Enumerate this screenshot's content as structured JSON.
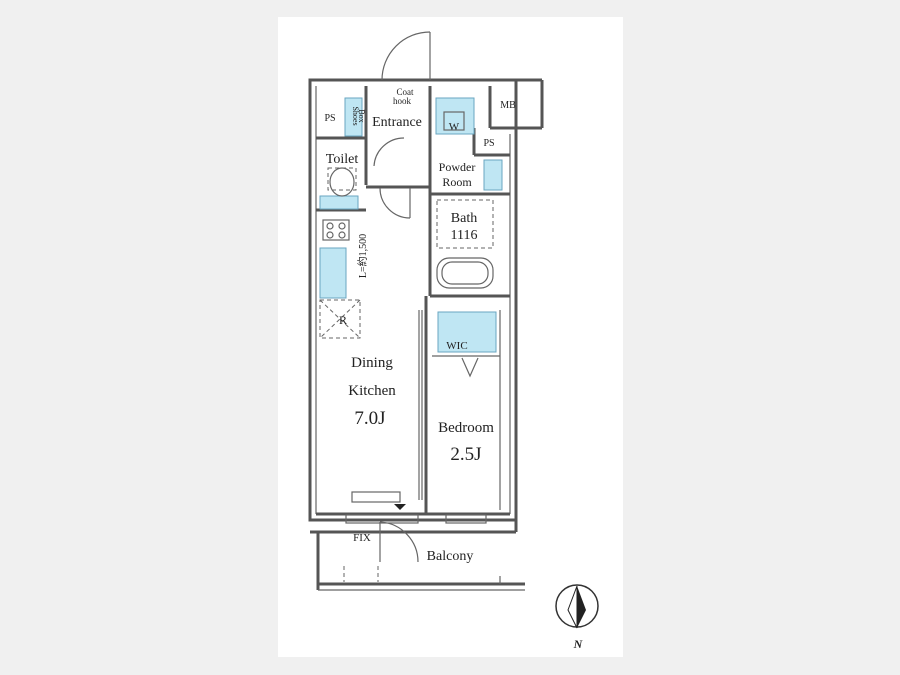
{
  "rooms": {
    "coat_hook": [
      "Coat",
      "hook"
    ],
    "entrance": "Entrance",
    "shoes_box": [
      "Shoes",
      "Box"
    ],
    "ps_left": "PS",
    "ps_right": "PS",
    "mb": "MB",
    "washer": "W",
    "toilet": "Toilet",
    "powder_room": [
      "Powder",
      "Room"
    ],
    "bath": "Bath",
    "bath_size": "1116",
    "fridge": "R",
    "kitchen_length": "L=約1,500",
    "dining_kitchen": [
      "Dining",
      "Kitchen"
    ],
    "dk_size": "7.0J",
    "wic": "WIC",
    "bedroom": "Bedroom",
    "bedroom_size": "2.5J",
    "fix": "FIX",
    "balcony": "Balcony"
  },
  "compass": {
    "label": "N"
  },
  "colors": {
    "fixture": "#bfe6f3",
    "wall": "#555555",
    "background": "#f0f0f0"
  }
}
